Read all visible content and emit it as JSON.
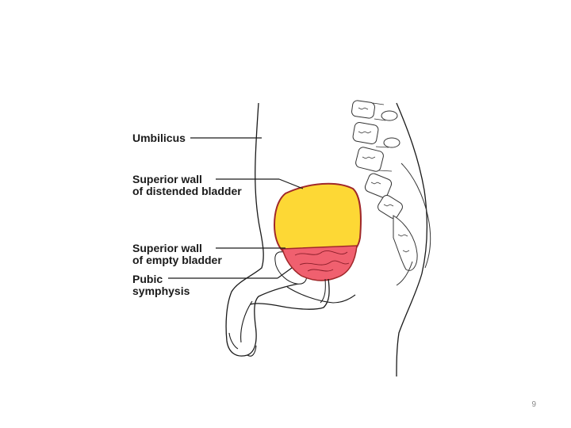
{
  "labels": {
    "umbilicus": "Umbilicus",
    "superior_wall_distended": [
      "Superior wall",
      "of distended bladder"
    ],
    "superior_wall_empty": [
      "Superior wall",
      "of empty bladder"
    ],
    "pubic_symphysis": [
      "Pubic",
      "symphysis"
    ]
  },
  "colors": {
    "distended_bladder": "#fdd835",
    "empty_bladder": "#f0606f",
    "bladder_outline": "#a0282a",
    "line": "#1a1a1a",
    "vertebrae": "#333333"
  },
  "page_number": "9"
}
